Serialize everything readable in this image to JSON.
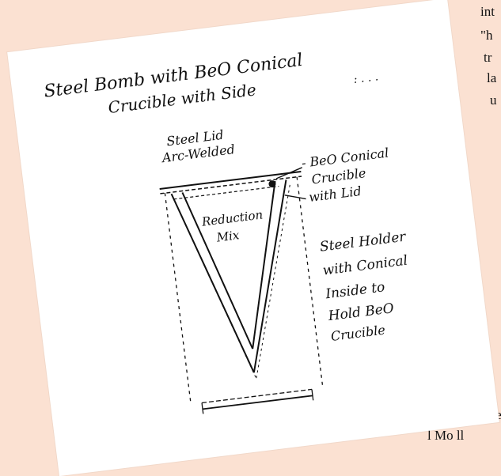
{
  "page_text_fragments": [
    "int",
    "\"h",
    "tr",
    "la",
    "u",
    "succe",
    "l Mo ll"
  ],
  "sketch": {
    "title_line1": "Steel Bomb with BeO Conical",
    "title_line2": "Crucible with Side",
    "corner_note": ": . . .",
    "label_steel_lid": "Steel Lid",
    "label_arc_welded": "Arc-Welded",
    "label_beo_conical": "- BeO Conical",
    "label_crucible": "Crucible",
    "label_with_lid": "with Lid",
    "label_reduction": "Reduction",
    "label_mix": "Mix",
    "label_steel_holder": "Steel Holder",
    "label_with_conical": "with Conical",
    "label_inside_to": "Inside to",
    "label_hold_beo": "Hold BeO",
    "label_crucible2": "Crucible"
  },
  "colors": {
    "background": "#fbe1d2",
    "card": "#ffffff",
    "ink": "#111111"
  }
}
